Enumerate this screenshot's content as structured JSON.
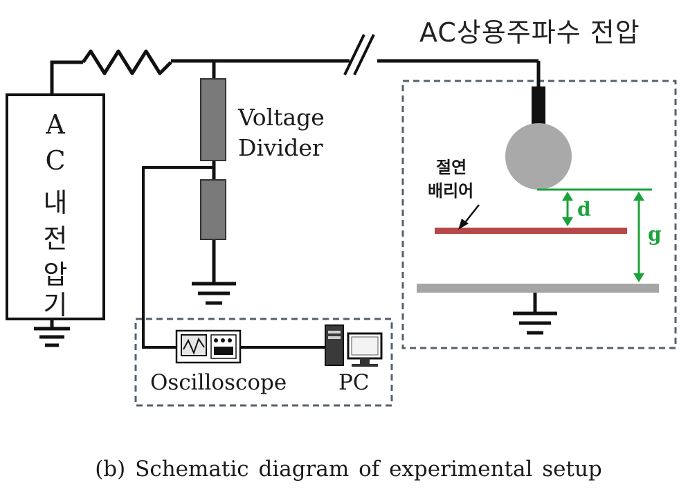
{
  "title": "AC상용주파수 전압",
  "source_label": [
    "A",
    "C",
    "내",
    "전",
    "압",
    "기"
  ],
  "divider_label_line1": "Voltage",
  "divider_label_line2": "Divider",
  "barrier_label_line1": "절연",
  "barrier_label_line2": "배리어",
  "gap_d": "d",
  "gap_g": "g",
  "oscilloscope_label": "Oscilloscope",
  "pc_label": "PC",
  "caption": "(b) Schematic diagram of experimental setup",
  "colors": {
    "wire": "#111111",
    "resistor": "#7a7a7a",
    "electrode": "#a9a9a9",
    "barrier": "#b84848",
    "ground_plate": "#a5a5a5",
    "dimension": "#1aa33a",
    "dashed_box": "#55606e"
  }
}
